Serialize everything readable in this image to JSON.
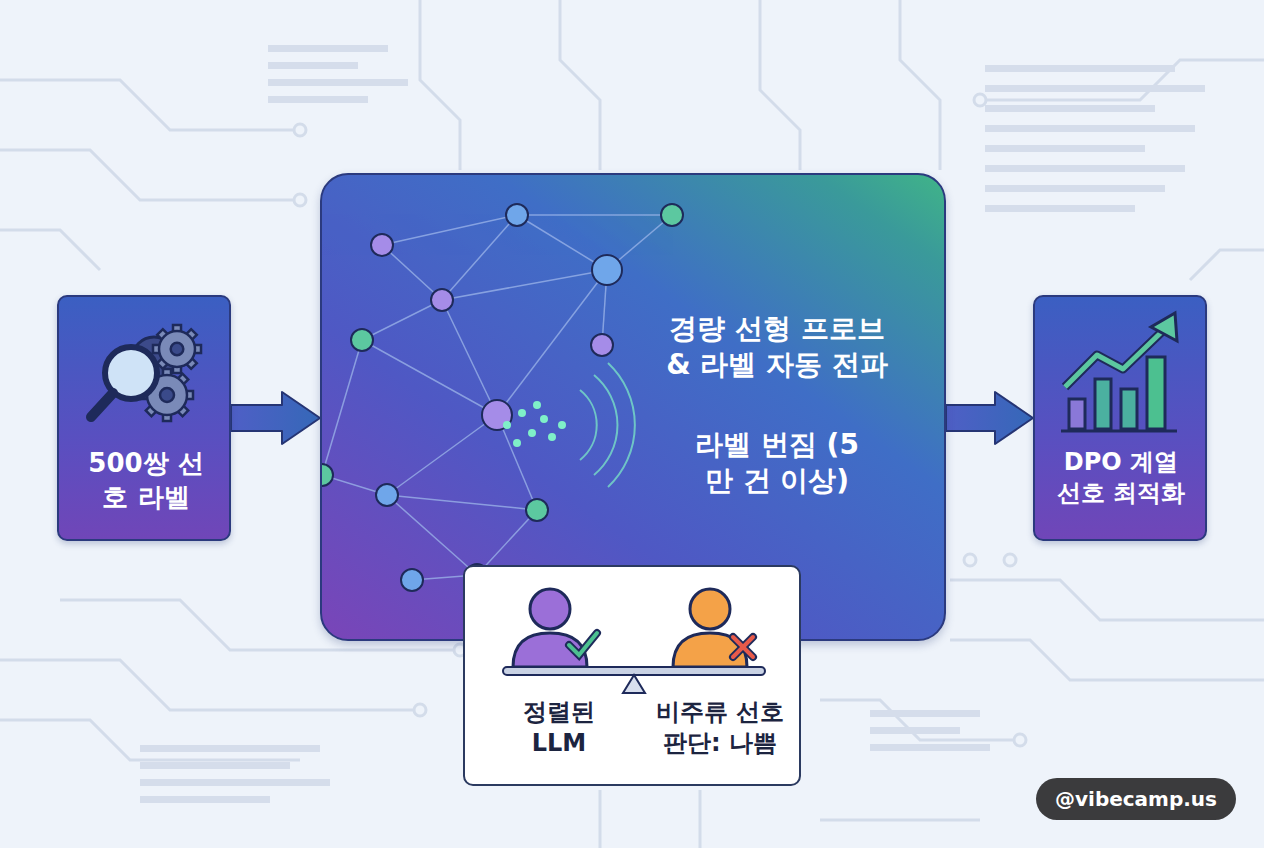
{
  "diagram": {
    "nodes": [
      {
        "text": [
          "500쌍 선호 라벨"
        ]
      },
      {
        "text": [
          "경량 선형 프로브 & 라벨 자동 전파",
          "라벨 번짐 (5만 건 이상)"
        ]
      },
      {
        "text": [
          "DPO 계열 선호 최적화"
        ]
      },
      {
        "text": [
          "정렬된 LLM",
          "비주류 선호 판단: 나쁨"
        ]
      }
    ],
    "edges": [
      {
        "from": 0,
        "to": 1,
        "arrow": "to"
      },
      {
        "from": 1,
        "to": 2,
        "arrow": "to"
      }
    ],
    "labels": [
      "@vibecamp.us"
    ]
  }
}
